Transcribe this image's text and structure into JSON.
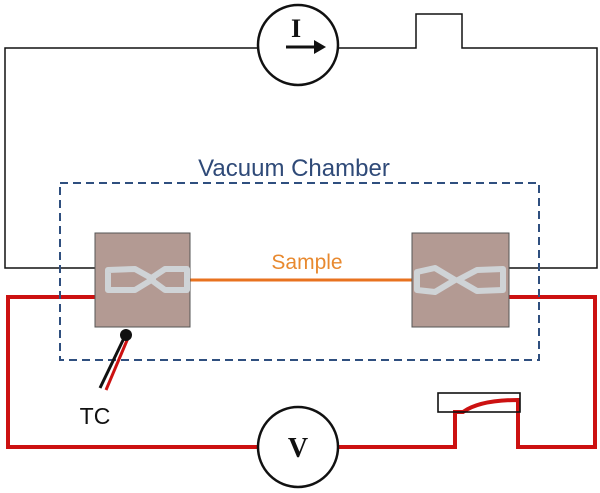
{
  "labels": {
    "chamber": "Vacuum Chamber",
    "sample": "Sample",
    "thermocouple": "TC",
    "current_source": "I",
    "voltmeter": "V"
  },
  "colors": {
    "current_wire": "#111111",
    "voltage_wire": "#cc1111",
    "chamber_border": "#2f4f7f",
    "chamber_label": "#2f4a78",
    "sample_line": "#e8721f",
    "sample_label": "#e8892f",
    "clamp_block": "#b39a93",
    "clamp_border": "#555555",
    "clip_shape": "#cfd3d6"
  }
}
